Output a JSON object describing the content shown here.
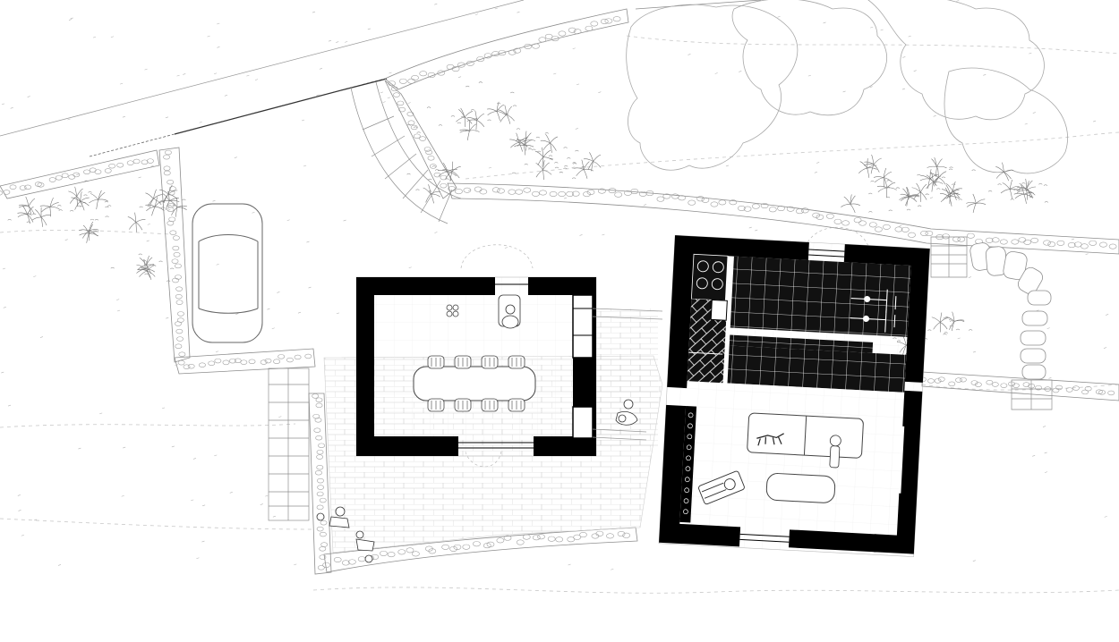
{
  "drawing": {
    "type": "architectural-floor-plan",
    "colors": {
      "background": "#ffffff",
      "wall": "#000000",
      "line": "#555555",
      "light_line": "#9a9a9a",
      "hatch_fill": "#111111"
    },
    "elements": {
      "buildings": [
        "dining-pavilion",
        "living-pavilion"
      ],
      "furniture_counts": {
        "dining_chairs": 8,
        "hob_burners": 4,
        "sofa_seats": 2,
        "people_figures": 6,
        "dog_figure": 1,
        "car": 1
      },
      "icons": [
        "car-icon",
        "plant-icon",
        "person-icon",
        "dog-icon",
        "stone-icon"
      ]
    }
  }
}
